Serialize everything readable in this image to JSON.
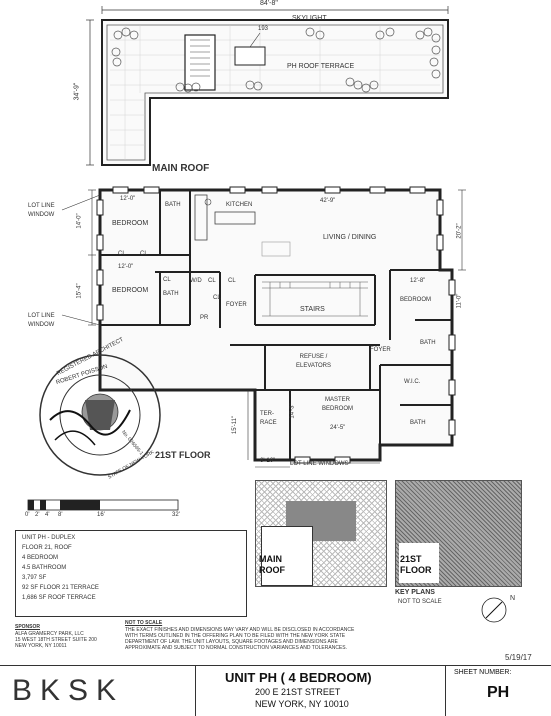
{
  "roof": {
    "width_dim": "84'-8\"",
    "height_dim": "34'-9\"",
    "skylight_label": "SKYLIGHT",
    "skylight_num": "193",
    "terrace_label": "PH ROOF TERRACE",
    "main_roof_label": "MAIN ROOF"
  },
  "floor21": {
    "lot_line_window_top": "LOT LINE\nWINDOW",
    "lot_line_window_bottom": "LOT LINE\nWINDOW",
    "dim_left_top": "14'-0\"",
    "dim_left_bottom": "15'-4\"",
    "dim_bedroom1_width": "12'-0\"",
    "dim_bedroom2_width": "12'-0\"",
    "dim_living_width": "42'-9\"",
    "dim_right_top": "20'-2\"",
    "dim_right_mid": "11'-0\"",
    "dim_bedroom3_width": "12'-8\"",
    "dim_master_height": "14'-3\"",
    "dim_master_width": "24'-5\"",
    "dim_terrace_height": "15'-11\"",
    "dim_terrace_width": "6'-10\"",
    "rooms": {
      "bedroom1": "BEDROOM",
      "bath1": "BATH",
      "kitchen": "KITCHEN",
      "living": "LIVING / DINING",
      "cl1": "CL",
      "cl2": "CL",
      "bedroom2": "BEDROOM",
      "cl3": "CL",
      "wd": "W/D",
      "cl4": "CL",
      "cl5": "CL",
      "bath2": "BATH",
      "cl6": "CL",
      "pr": "PR",
      "foyer1": "FOYER",
      "stairs": "STAIRS",
      "bedroom3": "BEDROOM",
      "bath3": "BATH",
      "foyer2": "FOYER",
      "refuse": "REFUSE /\nELEVATORS",
      "master": "MASTER\nBEDROOM",
      "terrace": "TER-\nRACE",
      "wic": "W.I.C.",
      "bath4": "BATH"
    },
    "lot_line_windows": "LOT LINE WINDOWS",
    "floor_label": "21ST FLOOR"
  },
  "seal": {
    "top_text": "REGISTERED ARCHITECT",
    "name": "ROBERT POISSON",
    "number": "No. 026565-1",
    "state": "STATE OF NEW YORK"
  },
  "scale_bar": {
    "ticks": [
      "0'",
      "2'",
      "4'",
      "8'",
      "16'",
      "32'"
    ]
  },
  "unit_info": {
    "lines": [
      "UNIT PH - DUPLEX",
      "FLOOR 21, ROOF",
      "4 BEDROOM",
      "4.5 BATHROOM",
      "3,797 SF",
      "92 SF FLOOR 21 TERRACE",
      "1,686 SF ROOF TERRACE"
    ]
  },
  "key_plans": {
    "main_roof": "MAIN\nROOF",
    "floor21": "21ST\nFLOOR",
    "title": "KEY PLANS",
    "subtitle": "NOT TO SCALE"
  },
  "north": "N",
  "sponsor": {
    "title": "SPONSOR",
    "lines": [
      "ALFA GRAMERCY PARK, LLC",
      "15 WEST 18TH STREET SUITE 200",
      "NEW YORK, NY 10011"
    ]
  },
  "disclaimer": {
    "title": "NOT TO SCALE",
    "lines": [
      "THE EXACT FINISHES AND DIMENSIONS MAY VARY AND WILL BE DISCLOSED IN ACCORDANCE",
      "WITH TERMS OUTLINED IN THE OFFERING PLAN TO BE FILED WITH THE NEW YORK STATE",
      "DEPARTMENT OF LAW. THE UNIT LAYOUTS, SQUARE FOOTAGES AND DIMENSIONS ARE",
      "APPROXIMATE AND SUBJECT TO NORMAL CONSTRUCTION VARIANCES AND TOLERANCES."
    ]
  },
  "date": "5/19/17",
  "title_block": {
    "logo": "BKSK",
    "unit_title": "UNIT PH ( 4 BEDROOM)",
    "address1": "200 E 21ST STREET",
    "address2": "NEW YORK, NY 10010",
    "sheet_label": "SHEET NUMBER:",
    "sheet_number": "PH"
  }
}
